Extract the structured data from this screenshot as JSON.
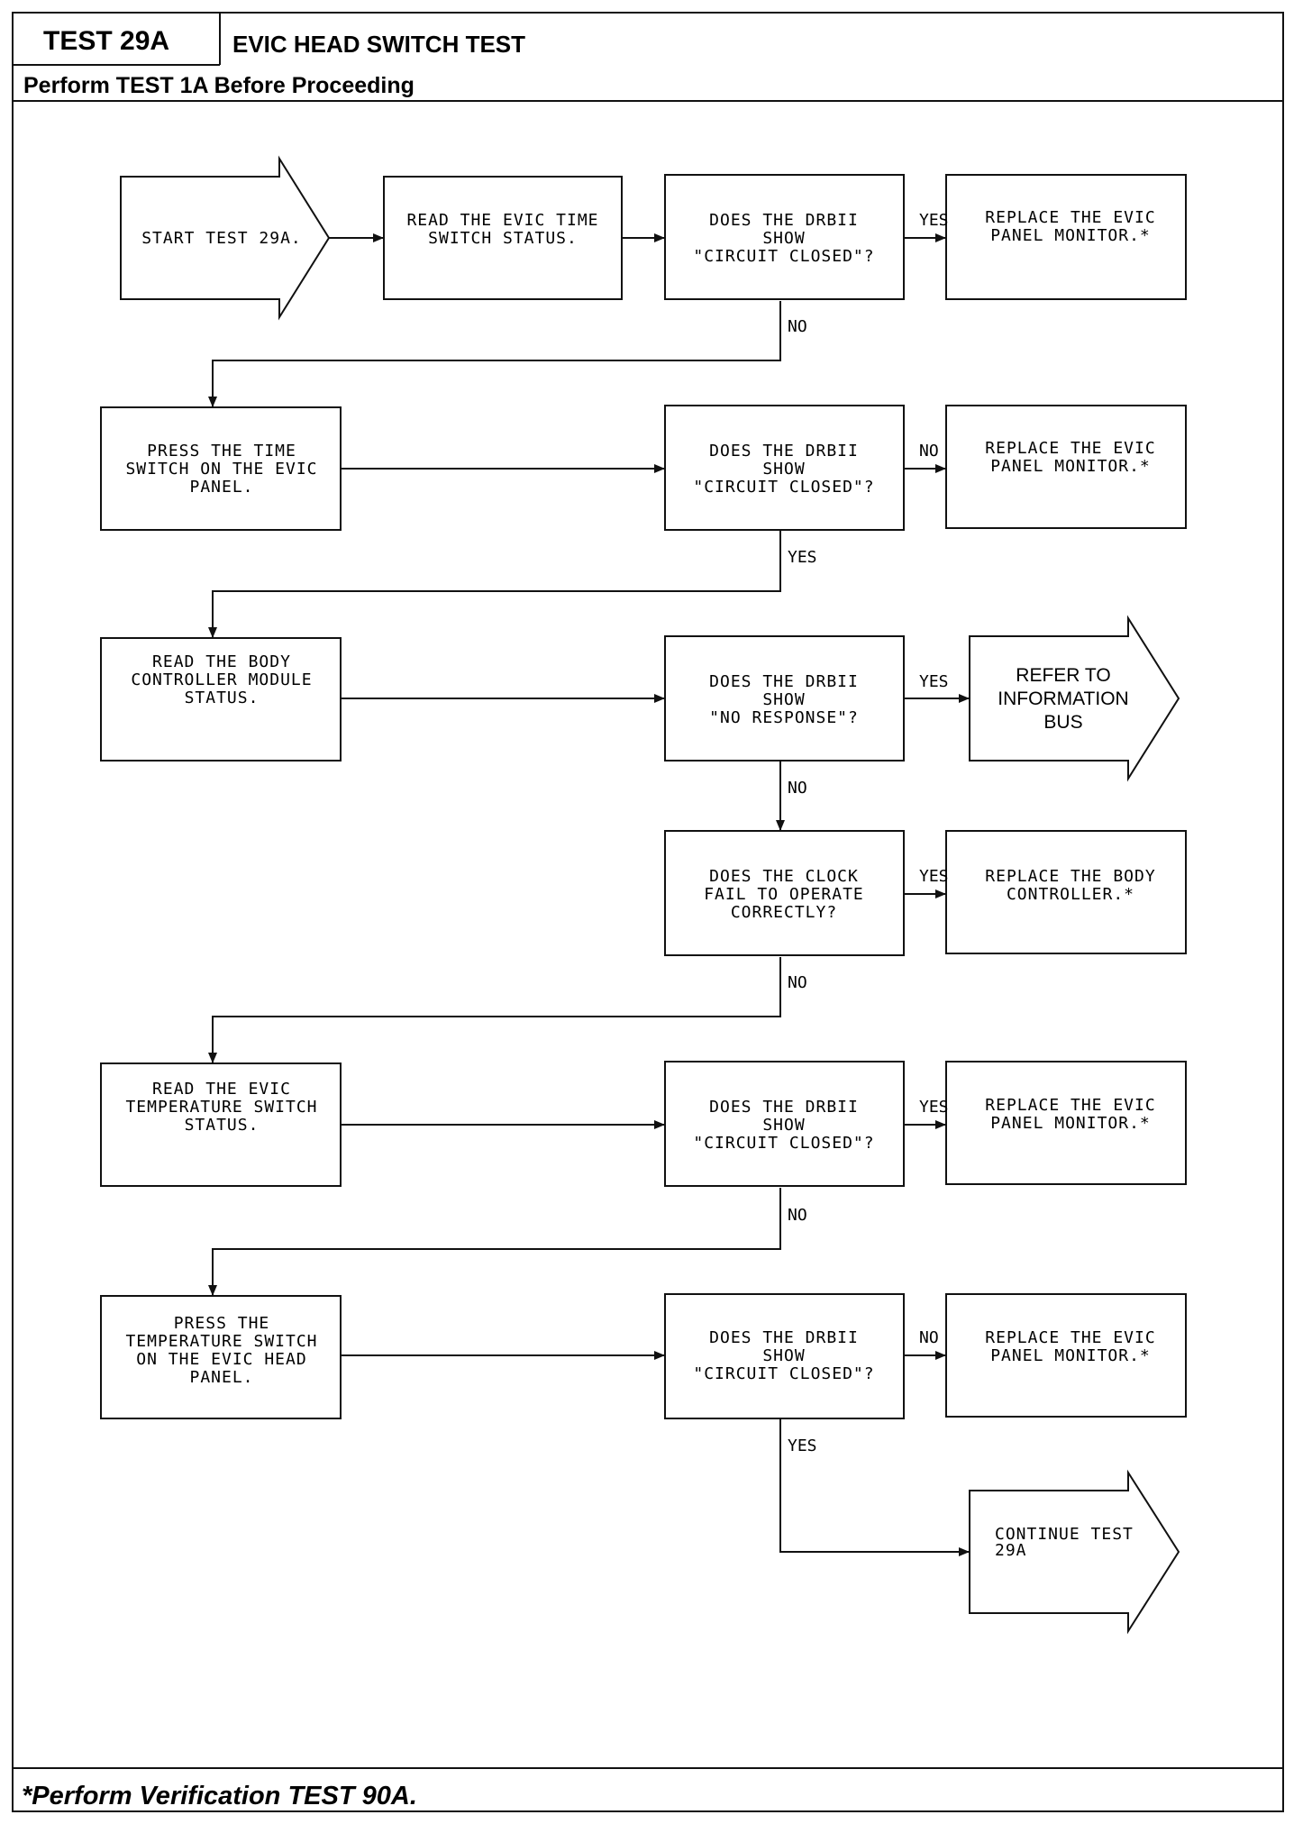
{
  "header": {
    "test_id": "TEST 29A",
    "title": "EVIC HEAD SWITCH TEST",
    "subtitle": "Perform TEST 1A Before Proceeding"
  },
  "footer": {
    "note": "*Perform Verification TEST 90A."
  },
  "steps": {
    "start": [
      "START TEST 29A."
    ],
    "read_time": [
      "READ THE EVIC TIME",
      "SWITCH STATUS."
    ],
    "q1": [
      "DOES THE DRBII",
      "SHOW",
      "\"CIRCUIT CLOSED\"?"
    ],
    "r1": [
      "REPLACE THE EVIC",
      "PANEL MONITOR.*"
    ],
    "press_time": [
      "PRESS THE TIME",
      "SWITCH ON THE EVIC",
      "PANEL."
    ],
    "q2": [
      "DOES THE DRBII",
      "SHOW",
      "\"CIRCUIT CLOSED\"?"
    ],
    "r2": [
      "REPLACE THE EVIC",
      "PANEL MONITOR.*"
    ],
    "read_bcm": [
      "READ THE BODY",
      "CONTROLLER MODULE",
      "STATUS."
    ],
    "q3": [
      "DOES THE DRBII",
      "SHOW",
      "\"NO RESPONSE\"?"
    ],
    "refer": [
      "REFER TO",
      "INFORMATION",
      "BUS"
    ],
    "q4": [
      "DOES THE CLOCK",
      "FAIL TO OPERATE",
      "CORRECTLY?"
    ],
    "r4": [
      "REPLACE THE BODY",
      "CONTROLLER.*"
    ],
    "read_temp": [
      "READ THE EVIC",
      "TEMPERATURE SWITCH",
      "STATUS."
    ],
    "q5": [
      "DOES THE DRBII",
      "SHOW",
      "\"CIRCUIT CLOSED\"?"
    ],
    "r5": [
      "REPLACE THE EVIC",
      "PANEL MONITOR.*"
    ],
    "press_temp": [
      "PRESS THE",
      "TEMPERATURE SWITCH",
      "ON THE EVIC HEAD",
      "PANEL."
    ],
    "q6": [
      "DOES THE DRBII",
      "SHOW",
      "\"CIRCUIT CLOSED\"?"
    ],
    "r6": [
      "REPLACE THE EVIC",
      "PANEL MONITOR.*"
    ],
    "continue": [
      "CONTINUE TEST",
      "29A"
    ]
  },
  "labels": {
    "q1_right": "YES",
    "q1_down": "NO",
    "q2_right": "NO",
    "q2_down": "YES",
    "q3_right": "YES",
    "q3_down": "NO",
    "q4_right": "YES",
    "q4_down": "NO",
    "q5_right": "YES",
    "q5_down": "NO",
    "q6_right": "NO",
    "q6_down": "YES"
  }
}
